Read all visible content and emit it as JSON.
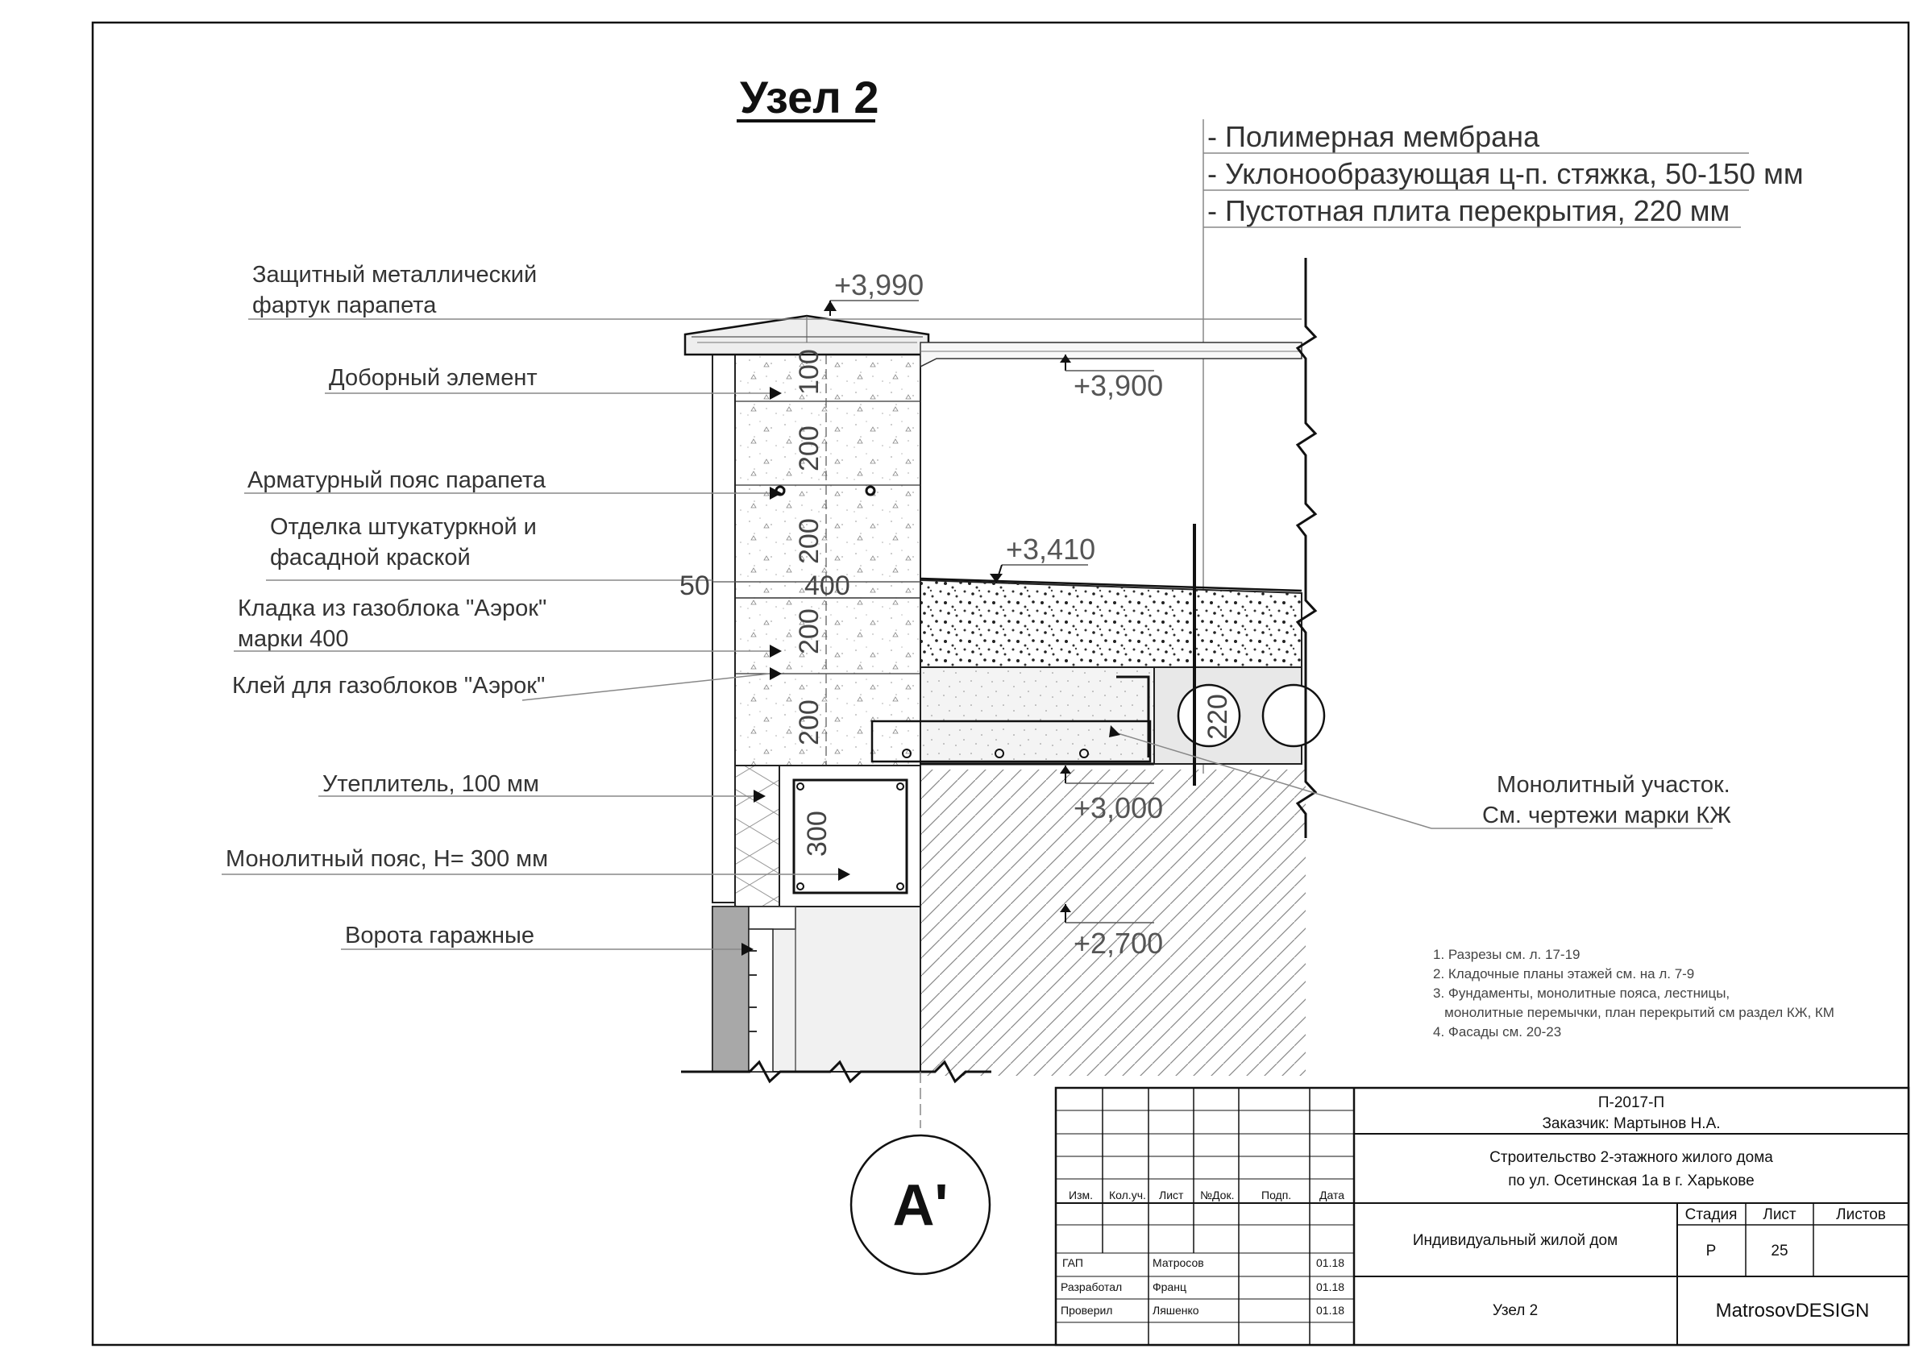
{
  "title": "Узел 2",
  "layers": [
    "-  Полимерная мембрана",
    "-  Уклонообразующая ц-п. стяжка, 50-150 мм",
    "-  Пустотная плита перекрытия, 220 мм"
  ],
  "callouts": {
    "apron_1": "Защитный металлический",
    "apron_2": "фартук парапета",
    "extra_element": "Доборный элемент",
    "reinforcement": "Арматурный пояс парапета",
    "finish_1": "Отделка штукатуркной и",
    "finish_2": "фасадной краской",
    "masonry_1": "Кладка из газоблока \"Аэрок\"",
    "masonry_2": "марки 400",
    "glue": "Клей для газоблоков \"Аэрок\"",
    "insulation": "Утеплитель, 100 мм",
    "mono_belt": "Монолитный пояс, H= 300 мм",
    "gates": "Ворота гаражные",
    "monolithic_1": "Монолитный участок.",
    "monolithic_2": "См. чертежи марки КЖ"
  },
  "elevations": {
    "e3990": "+3,990",
    "e3900": "+3,900",
    "e3410": "+3,410",
    "e3000": "+3,000",
    "e2700": "+2,700"
  },
  "dimensions": {
    "d100": "100",
    "d200a": "200",
    "d200b": "200",
    "d200c": "200",
    "d200d": "200",
    "d300": "300",
    "d400": "400",
    "d50": "50",
    "d220": "220"
  },
  "notes": [
    "1. Разрезы см. л. 17-19",
    "2. Кладочные планы этажей см. на л. 7-9",
    "3. Фундаменты, монолитные пояса, лестницы,",
    "   монолитные перемычки, план перекрытий см раздел КЖ, КМ",
    "4. Фасады см. 20-23"
  ],
  "section_mark": "A'",
  "title_block": {
    "code": "П-2017-П",
    "customer": "Заказчик: Мартынов Н.А.",
    "project_1": "Строительство 2-этажного жилого дома",
    "project_2": "по ул. Осетинская 1а в г. Харькове",
    "object": "Индивидуальный жилой дом",
    "sheet_title": "Узел 2",
    "company": "MatrosovDESIGN",
    "headers": {
      "izm": "Изм.",
      "koluch": "Кол.уч.",
      "list": "Лист",
      "ndok": "№Док.",
      "podp": "Подп.",
      "data": "Дата"
    },
    "stage_header": "Стадия",
    "sheet_header": "Лист",
    "sheets_header": "Листов",
    "stage": "Р",
    "sheet": "25",
    "rows": [
      {
        "role": "ГАП",
        "name": "Матросов",
        "date": "01.18"
      },
      {
        "role": "Разработал",
        "name": "Франц",
        "date": "01.18"
      },
      {
        "role": "Проверил",
        "name": "Ляшенко",
        "date": "01.18"
      }
    ]
  }
}
